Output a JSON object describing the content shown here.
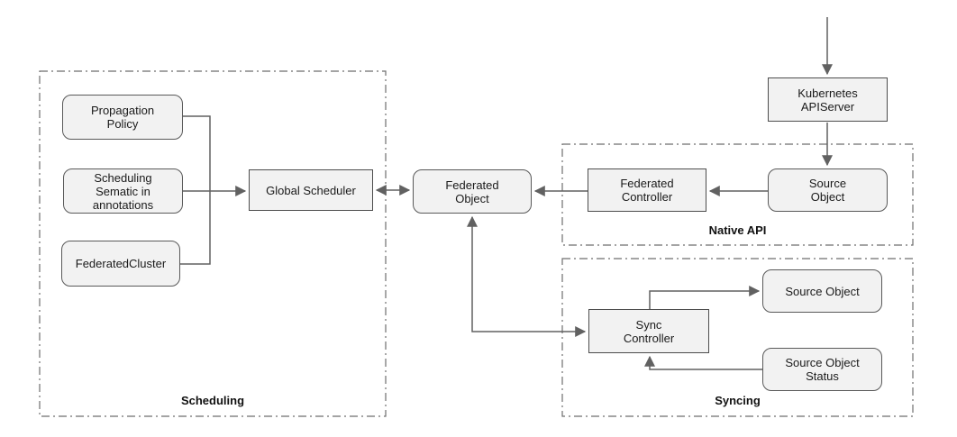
{
  "diagram": {
    "groups": {
      "scheduling": {
        "label": "Scheduling"
      },
      "native_api": {
        "label": "Native API"
      },
      "syncing": {
        "label": "Syncing"
      }
    },
    "nodes": {
      "propagation_policy": {
        "label": "Propagation\nPolicy",
        "shape": "rounded"
      },
      "scheduling_sematic": {
        "label": "Scheduling\nSematic in\nannotations",
        "shape": "rounded"
      },
      "federated_cluster": {
        "label": "FederatedCluster",
        "shape": "rounded"
      },
      "global_scheduler": {
        "label": "Global Scheduler",
        "shape": "rect"
      },
      "federated_object": {
        "label": "Federated\nObject",
        "shape": "rounded"
      },
      "federated_controller": {
        "label": "Federated\nController",
        "shape": "rect"
      },
      "kubernetes_apiserver": {
        "label": "Kubernetes\nAPIServer",
        "shape": "rect"
      },
      "source_object_native": {
        "label": "Source\nObject",
        "shape": "rounded"
      },
      "sync_controller": {
        "label": "Sync\nController",
        "shape": "rect"
      },
      "source_object_syncing": {
        "label": "Source Object",
        "shape": "rounded"
      },
      "source_object_status": {
        "label": "Source Object\nStatus",
        "shape": "rounded"
      }
    },
    "edges": [
      {
        "from": "external-top",
        "to": "kubernetes_apiserver",
        "arrows": "end"
      },
      {
        "from": "kubernetes_apiserver",
        "to": "source_object_native",
        "arrows": "end"
      },
      {
        "from": "source_object_native",
        "to": "federated_controller",
        "arrows": "end"
      },
      {
        "from": "federated_controller",
        "to": "federated_object",
        "arrows": "end"
      },
      {
        "from": "global_scheduler",
        "to": "federated_object",
        "arrows": "both"
      },
      {
        "from": "scheduling_sematic",
        "to": "global_scheduler",
        "arrows": "end"
      },
      {
        "from": "propagation_policy",
        "to": "scheduler-input-junction",
        "arrows": "none"
      },
      {
        "from": "federated_cluster",
        "to": "scheduler-input-junction",
        "arrows": "none"
      },
      {
        "from": "federated_object",
        "to": "sync_controller",
        "arrows": "both"
      },
      {
        "from": "sync_controller",
        "to": "source_object_syncing",
        "arrows": "end"
      },
      {
        "from": "source_object_status",
        "to": "sync_controller",
        "arrows": "end"
      }
    ],
    "colors": {
      "node_fill": "#f2f2f2",
      "node_border": "#4d4d4d",
      "connector": "#616161",
      "group_border": "#6e6e6e",
      "text": "#1a1a1a",
      "background": "#ffffff"
    }
  }
}
